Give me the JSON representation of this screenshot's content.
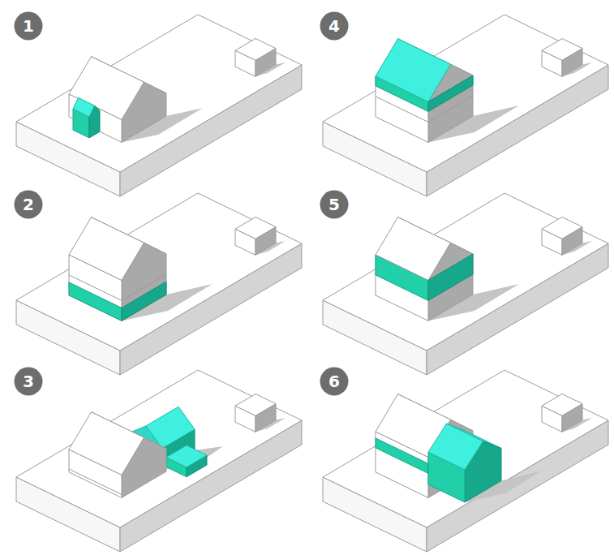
{
  "diagram": {
    "nodes": [
      {
        "text": [
          "1"
        ]
      },
      {
        "text": [
          "4"
        ]
      },
      {
        "text": [
          "2"
        ]
      },
      {
        "text": [
          "5"
        ]
      },
      {
        "text": [
          "3"
        ]
      },
      {
        "text": [
          "6"
        ]
      }
    ]
  }
}
